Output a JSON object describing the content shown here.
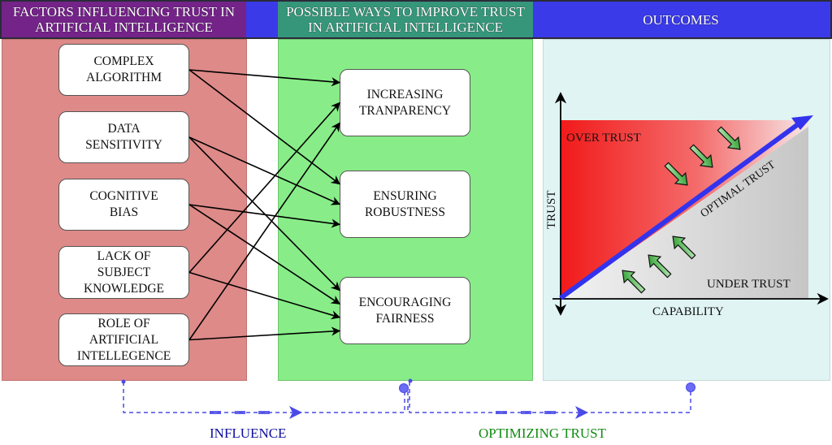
{
  "headers": {
    "factors": "FACTORS INFLUENCING TRUST IN\nARTIFICIAL INTELLIGENCE",
    "ways": "POSSIBLE WAYS TO IMPROVE TRUST\nIN ARTIFICIAL INTELLIGENCE",
    "outcomes": "OUTCOMES"
  },
  "factors": [
    {
      "id": "f1",
      "label": "COMPLEX\nALGORITHM"
    },
    {
      "id": "f2",
      "label": "DATA\nSENSITIVITY"
    },
    {
      "id": "f3",
      "label": "COGNITIVE\nBIAS"
    },
    {
      "id": "f4",
      "label": "LACK OF\nSUBJECT\nKNOWLEDGE"
    },
    {
      "id": "f5",
      "label": "ROLE OF\nARTIFICIAL\nINTELLEGENCE"
    }
  ],
  "ways": [
    {
      "id": "w1",
      "label": "INCREASING\nTRANPARENCY"
    },
    {
      "id": "w2",
      "label": "ENSURING\nROBUSTNESS"
    },
    {
      "id": "w3",
      "label": "ENCOURAGING\nFAIRNESS"
    }
  ],
  "connections": [
    {
      "from": "f1",
      "to": "w1"
    },
    {
      "from": "f1",
      "to": "w2"
    },
    {
      "from": "f2",
      "to": "w2"
    },
    {
      "from": "f2",
      "to": "w3"
    },
    {
      "from": "f3",
      "to": "w2"
    },
    {
      "from": "f3",
      "to": "w3"
    },
    {
      "from": "f4",
      "to": "w1"
    },
    {
      "from": "f4",
      "to": "w3"
    },
    {
      "from": "f5",
      "to": "w1"
    },
    {
      "from": "f5",
      "to": "w3"
    }
  ],
  "outcome_chart": {
    "x_axis_label": "CAPABILITY",
    "y_axis_label": "TRUST",
    "regions": {
      "over": "OVER TRUST",
      "optimal": "OPTIMAL TRUST",
      "under": "UNDER TRUST"
    },
    "colors": {
      "over_trust": "#f21a1a",
      "under_trust": "#c8c8c8",
      "optimal_line": "#3333ee",
      "correction_arrows": "#2e9a2e"
    }
  },
  "flows": [
    {
      "label": "INFLUENCE",
      "color": "#0d0d9e"
    },
    {
      "label": "OPTIMIZING TRUST",
      "color": "#118a11"
    }
  ],
  "colors": {
    "factors_header": "#742389",
    "ways_header": "#36967a",
    "outcomes_header": "#3a3ae8",
    "factors_bg": "#de8a88",
    "ways_bg": "#88ed88",
    "outcomes_bg": "#e0f4f3",
    "flow_line": "#4a4ae8"
  }
}
